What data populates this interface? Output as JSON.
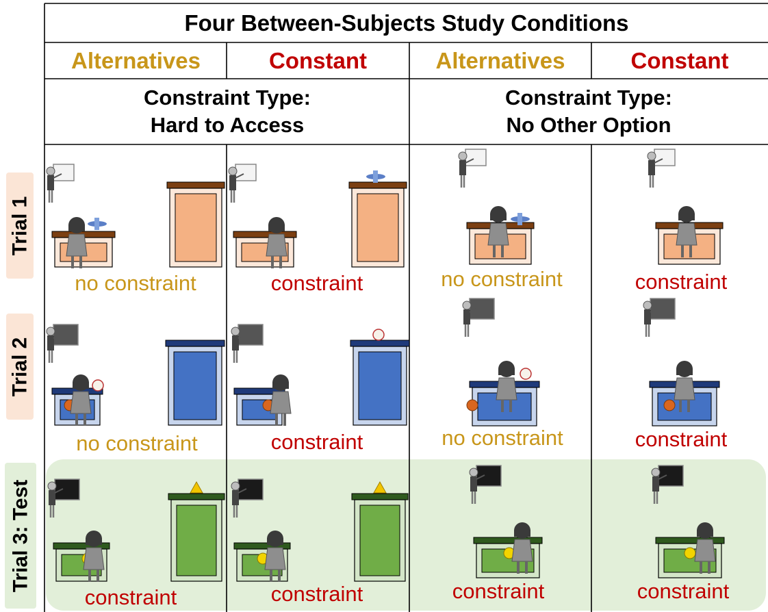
{
  "title": "Four Between-Subjects Study Conditions",
  "conditions": [
    "Alternatives",
    "Constant",
    "Alternatives",
    "Constant"
  ],
  "constraint_types": [
    {
      "line1": "Constraint Type:",
      "line2": "Hard to Access"
    },
    {
      "line1": "Constraint Type:",
      "line2": "No Other Option"
    }
  ],
  "trials": [
    {
      "label": "Trial 1",
      "captions": [
        "no constraint",
        "constraint",
        "no constraint",
        "constraint"
      ]
    },
    {
      "label": "Trial 2",
      "captions": [
        "no constraint",
        "constraint",
        "no constraint",
        "constraint"
      ]
    },
    {
      "label": "Trial 3: Test",
      "captions": [
        "constraint",
        "constraint",
        "constraint",
        "constraint"
      ]
    }
  ],
  "colors": {
    "alternatives": "#c8961a",
    "constant": "#c00000",
    "trial1_desk": "#f4b183",
    "trial1_desk_top": "#7b3f12",
    "trial2_desk": "#4472c4",
    "trial2_desk_top": "#1f3a7a",
    "trial3_desk": "#70ad47",
    "trial3_desk_top": "#2f5a1e",
    "test_background": "#e2efd9",
    "trial_label_background": "#fbe5d6"
  },
  "icons": {
    "trial1_toy": "toy-plane-icon",
    "trial2_toy": "baseball-icon",
    "trial3_toy": "cone-icon",
    "teacher": "teacher-at-board-icon",
    "child": "child-icon"
  }
}
